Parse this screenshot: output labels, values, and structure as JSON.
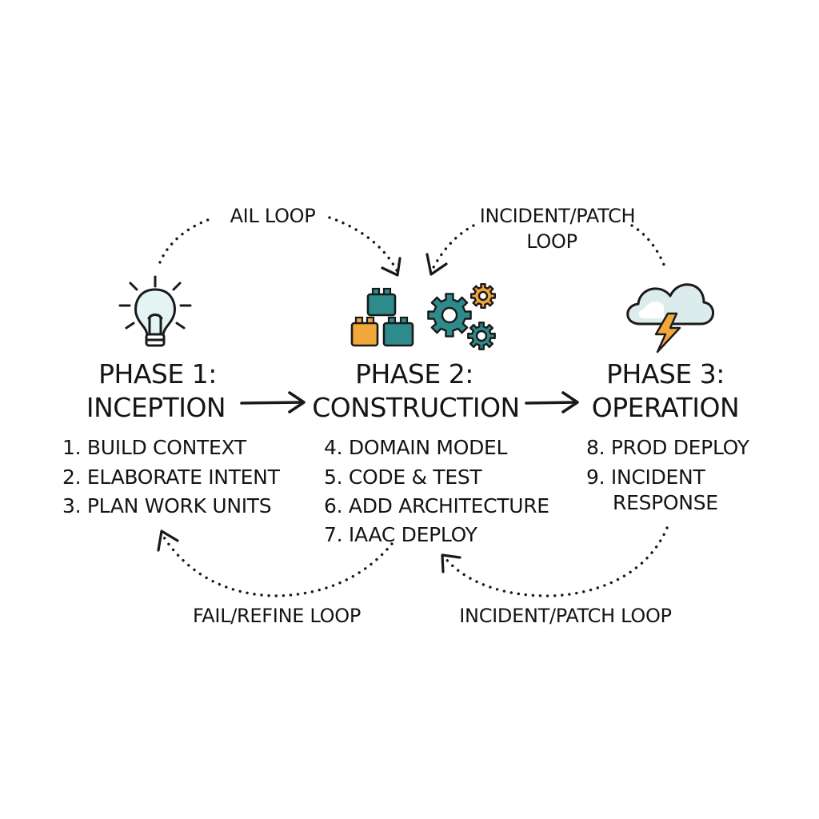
{
  "phases": [
    {
      "title_line1": "PHASE 1:",
      "title_line2": "INCEPTION",
      "icon": "lightbulb-icon",
      "steps": [
        "1. BUILD CONTEXT",
        "2. ELABORATE INTENT",
        "3. PLAN WORK UNITS"
      ]
    },
    {
      "title_line1": "PHASE 2:",
      "title_line2": "CONSTRUCTION",
      "icon": "blocks-and-gears-icon",
      "steps": [
        "4. DOMAIN MODEL",
        "5. CODE & TEST",
        "6. ADD ARCHITECTURE",
        "7. IAAC DEPLOY"
      ]
    },
    {
      "title_line1": "PHASE 3:",
      "title_line2": "OPERATION",
      "icon": "storm-cloud-icon",
      "steps": [
        "8. PROD DEPLOY",
        "9. INCIDENT",
        "RESPONSE"
      ]
    }
  ],
  "loops": {
    "top_left": "AIL LOOP",
    "top_right_line1": "INCIDENT/PATCH",
    "top_right_line2": "LOOP",
    "bottom_left": "FAIL/REFINE LOOP",
    "bottom_right": "INCIDENT/PATCH LOOP"
  },
  "colors": {
    "ink": "#1a1a1a",
    "teal": "#2e8b8b",
    "orange": "#f2a73b",
    "bulb_fill": "#e4f3f3",
    "cloud_fill": "#dcecec"
  }
}
